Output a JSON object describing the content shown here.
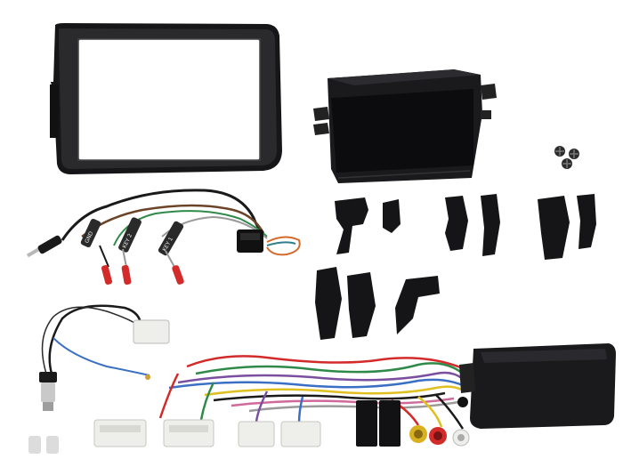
{
  "wire_labels": {
    "gnd": "GND",
    "key2": "KEY 2",
    "key1": "KEY 1"
  },
  "palette": {
    "plastic_dark": "#1c1c1e",
    "plastic_black": "#0e0e10",
    "wire_brown": "#7a4a2a",
    "wire_green": "#2f8a4a",
    "wire_red": "#d32a2a",
    "wire_purple": "#7b4fa0",
    "wire_blue": "#3a6fc4",
    "connector_white": "#eeeeea"
  }
}
